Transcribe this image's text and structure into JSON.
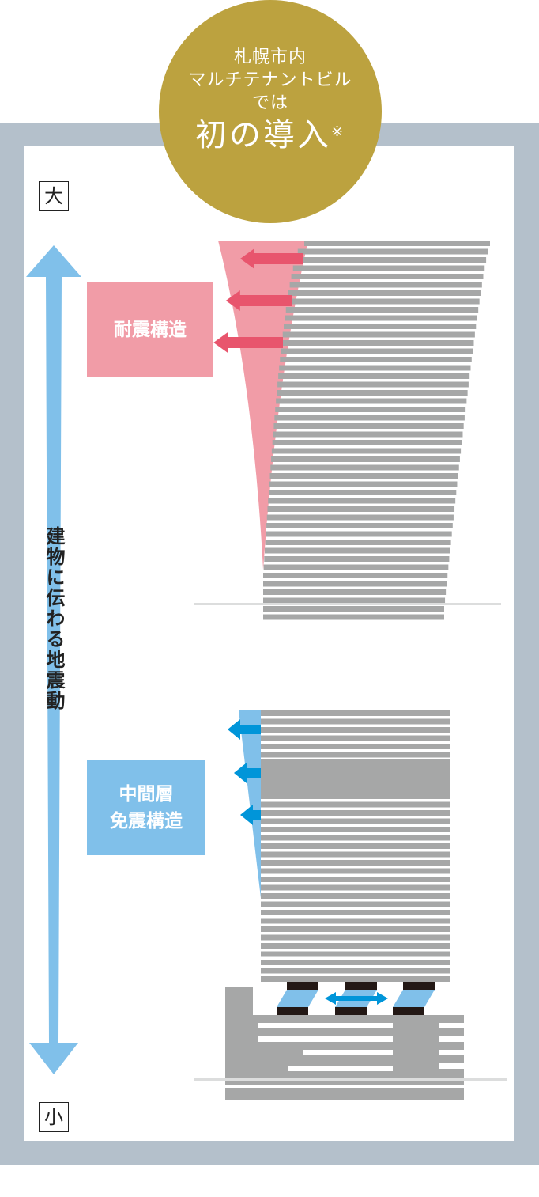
{
  "badge": {
    "line1": "札幌市内",
    "line2": "マルチテナントビル",
    "line3": "では",
    "line4": "初の導入",
    "note_mark": "※"
  },
  "scale": {
    "top": "大",
    "bottom": "小",
    "axis_label": "建物に伝わる地震動"
  },
  "structures": {
    "seismic_resistant": "耐震構造",
    "mid_isolation_line1": "中間層",
    "mid_isolation_line2": "免震構造"
  },
  "colors": {
    "frame": "#b4c0cb",
    "badge": "#bca23f",
    "pink": "#f19ca7",
    "pink_arrow": "#e8556d",
    "blue": "#80c0ea",
    "blue_arrow": "#0095d9",
    "building": "#a6a7a7",
    "isolator": "#231815"
  }
}
